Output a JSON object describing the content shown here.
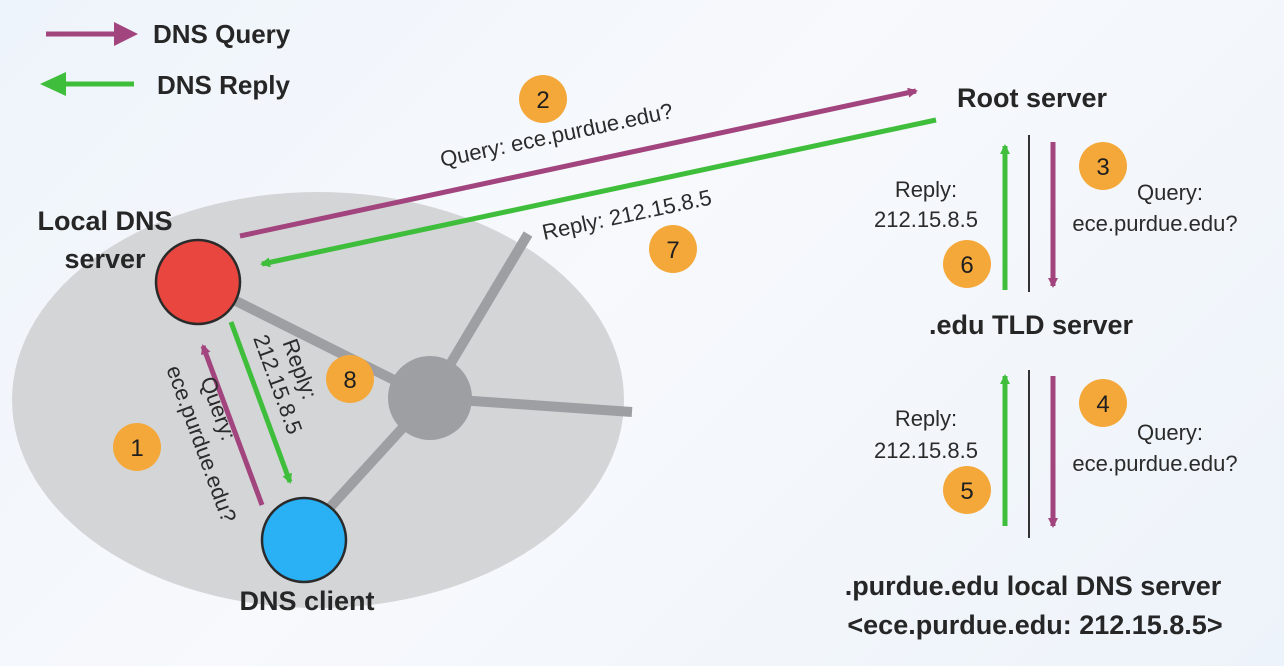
{
  "legend": {
    "query": "DNS Query",
    "reply": "DNS Reply"
  },
  "colors": {
    "query": "#a2447e",
    "reply": "#3fbe3c",
    "local_server": "#e8463e",
    "client": "#2ab0f5",
    "hub": "#9e9fa2",
    "badge": "#f4a83a",
    "network_bg": "#d4d5d7"
  },
  "nodes": {
    "local_dns_line1": "Local DNS",
    "local_dns_line2": "server",
    "client": "DNS client",
    "root": "Root server",
    "tld": ".edu TLD server",
    "purdue_line1": ".purdue.edu local DNS server",
    "purdue_line2": "<ece.purdue.edu: 212.15.8.5>"
  },
  "steps": {
    "s1": "1",
    "s2": "2",
    "s3": "3",
    "s4": "4",
    "s5": "5",
    "s6": "6",
    "s7": "7",
    "s8": "8"
  },
  "messages": {
    "step1_line1": "Query:",
    "step1_line2": "ece.purdue.edu?",
    "step2": "Query: ece.purdue.edu?",
    "step3_line1": "Query:",
    "step3_line2": "ece.purdue.edu?",
    "step4_line1": "Query:",
    "step4_line2": "ece.purdue.edu?",
    "step5_line1": "Reply:",
    "step5_line2": "212.15.8.5",
    "step6_line1": "Reply:",
    "step6_line2": "212.15.8.5",
    "step7": "Reply: 212.15.8.5",
    "step8_line1": "Reply:",
    "step8_line2": "212.15.8.5"
  }
}
